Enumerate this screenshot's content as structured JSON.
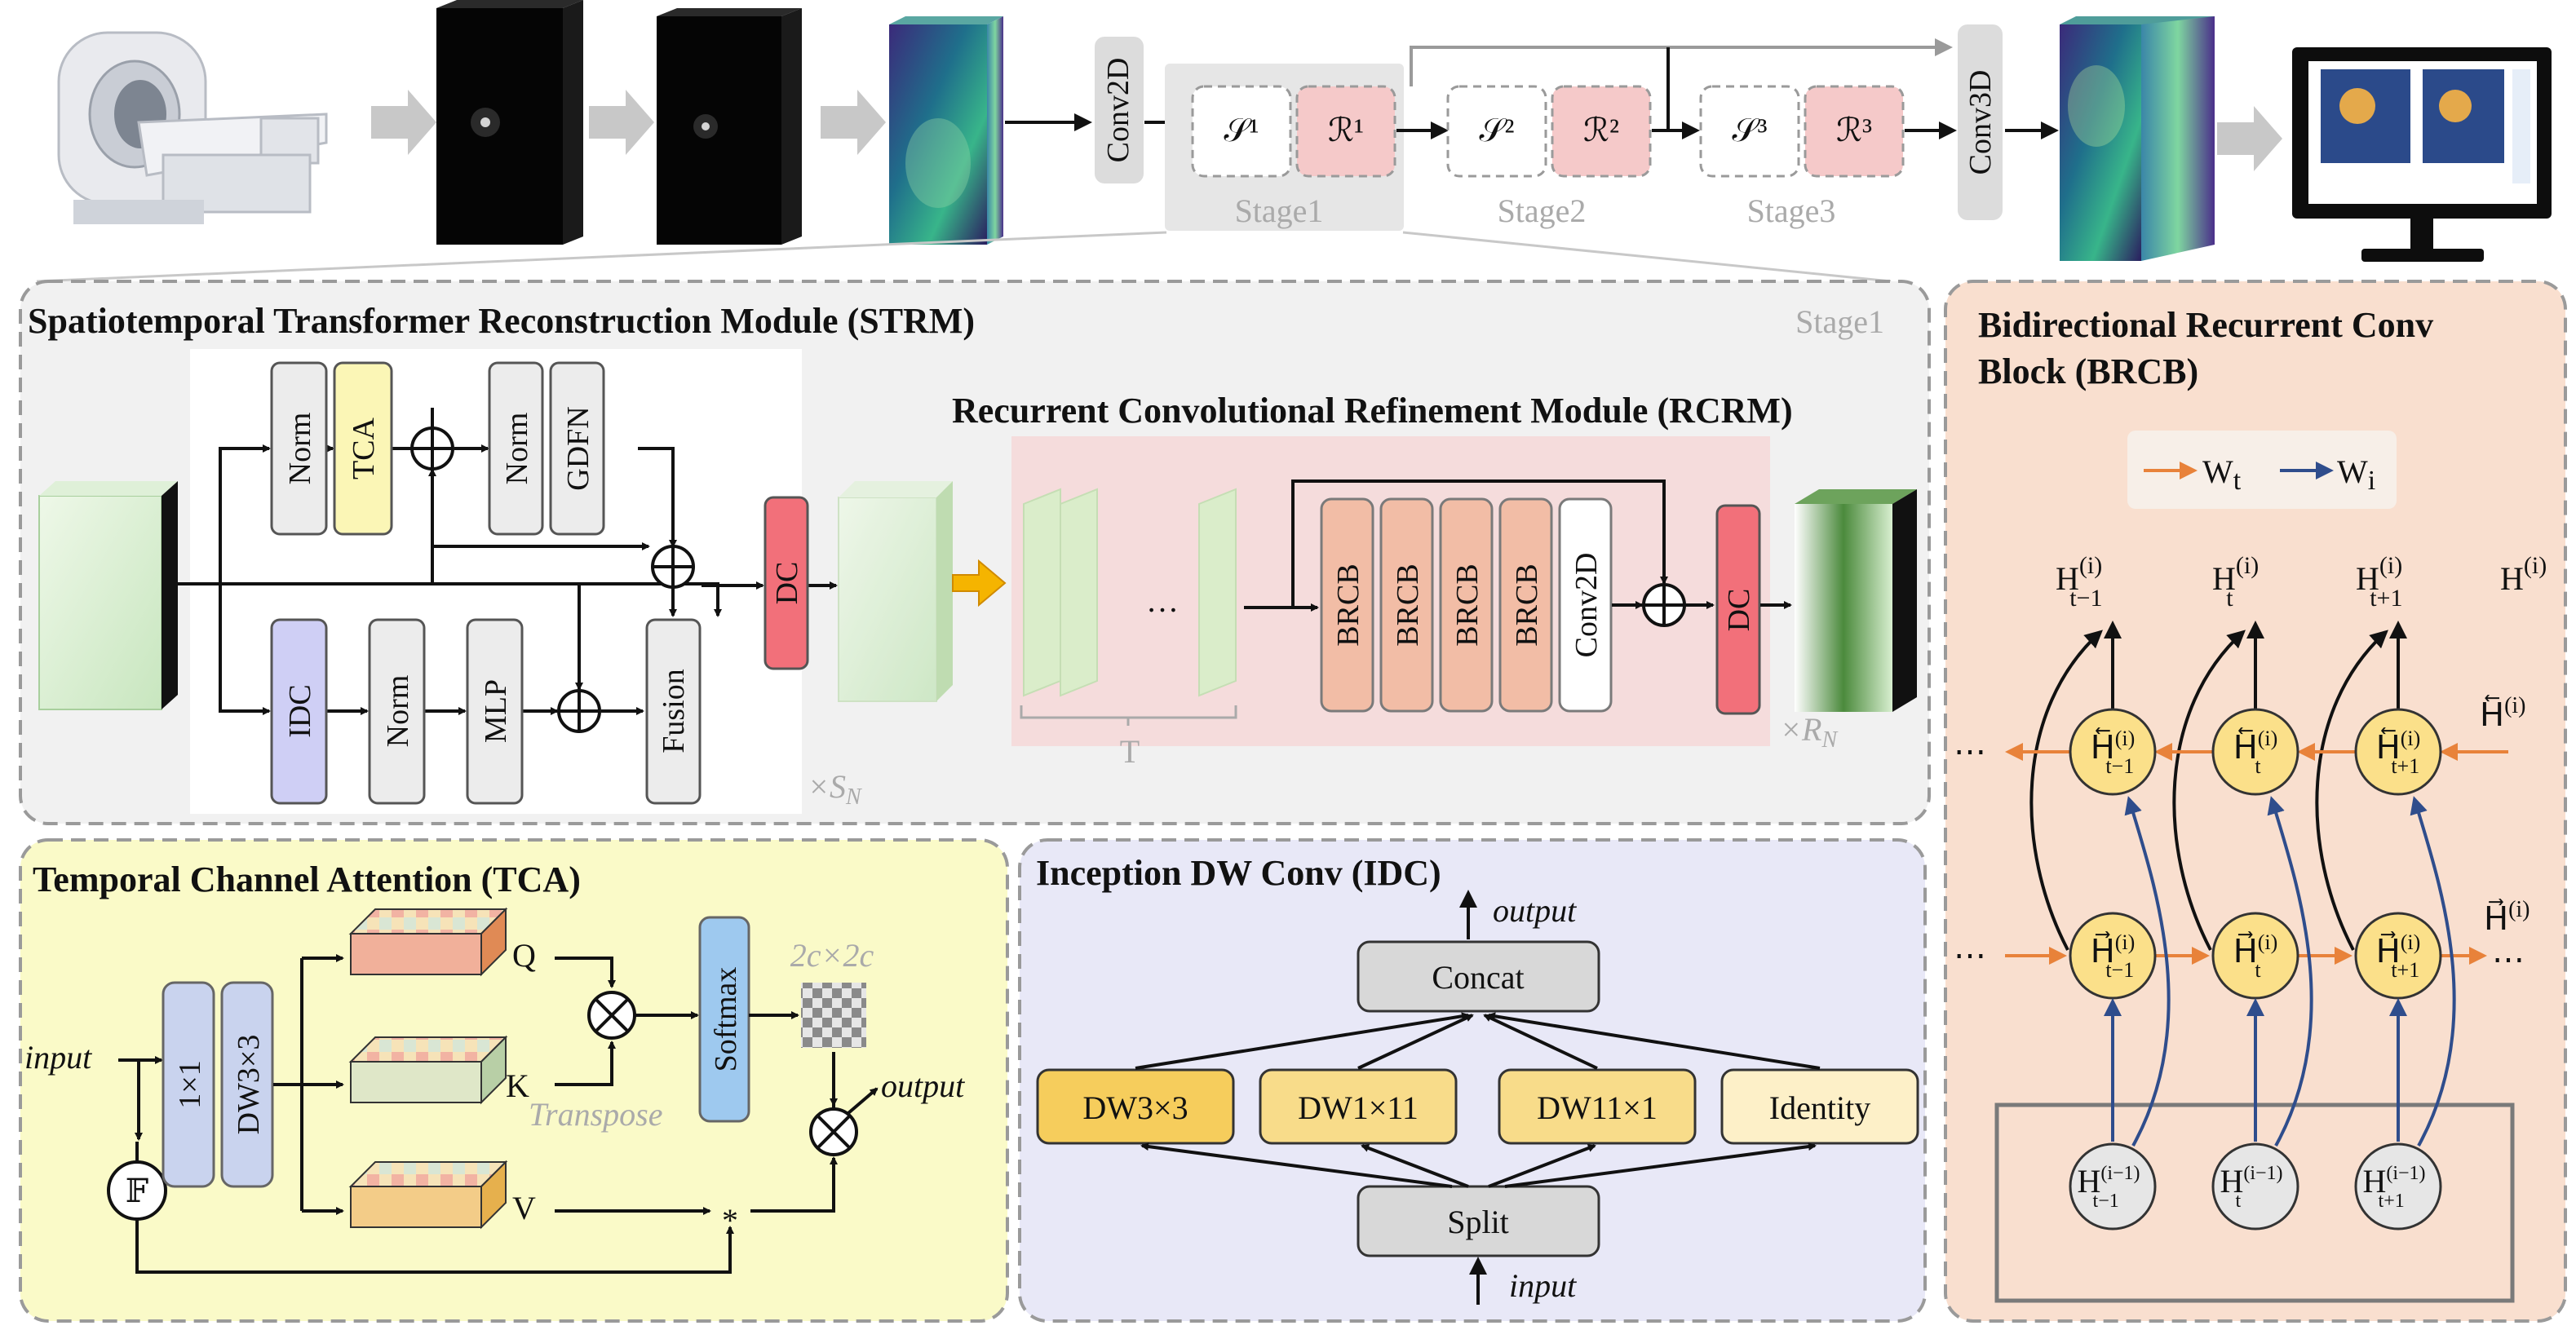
{
  "pipeline": {
    "conv2d": "Conv2D",
    "conv3d": "Conv3D",
    "stages": [
      {
        "s": "𝒮¹",
        "r": "ℛ¹",
        "label": "Stage1"
      },
      {
        "s": "𝒮²",
        "r": "ℛ²",
        "label": "Stage2"
      },
      {
        "s": "𝒮³",
        "r": "ℛ³",
        "label": "Stage3"
      }
    ]
  },
  "strm": {
    "title": "Spatiotemporal Transformer Reconstruction Module (STRM)",
    "stage": "Stage1",
    "blocks": {
      "norm1": "Norm",
      "tca": "TCA",
      "norm2": "Norm",
      "gdfn": "GDFN",
      "idc": "IDC",
      "norm3": "Norm",
      "mlp": "MLP",
      "fusion": "Fusion",
      "dc": "DC"
    },
    "repeat": "×S",
    "repeat_sub": "N"
  },
  "rcrm": {
    "title": "Recurrent Convolutional Refinement Module (RCRM)",
    "brcb": [
      "BRCB",
      "BRCB",
      "BRCB",
      "BRCB"
    ],
    "conv2d": "Conv2D",
    "dc": "DC",
    "ellipsis": "…",
    "t_label": "T",
    "repeat": "×R",
    "repeat_sub": "N"
  },
  "tca": {
    "title": "Temporal Channel Attention (TCA)",
    "input": "input",
    "output": "output",
    "fft": "𝔽",
    "conv1": "1×1",
    "dw": "DW3×3",
    "q": "Q",
    "k": "K",
    "v": "V",
    "transpose": "Transpose",
    "softmax": "Softmax",
    "attn_size": "2c×2c",
    "mul": "⊗",
    "star": "*"
  },
  "idc": {
    "title": "Inception DW Conv (IDC)",
    "output": "output",
    "input": "input",
    "concat": "Concat",
    "split": "Split",
    "branches": [
      "DW3×3",
      "DW1×11",
      "DW11×1",
      "Identity"
    ]
  },
  "brcb": {
    "title_line1": "Bidirectional Recurrent Conv",
    "title_line2": "Block (BRCB)",
    "legend_wt": "W",
    "legend_wt_sub": "t",
    "legend_wi": "W",
    "legend_wi_sub": "i",
    "ellipsis": "⋯",
    "top": [
      "H",
      "H",
      "H",
      "H"
    ],
    "top_sup": [
      "(i)",
      "(i)",
      "(i)",
      "(i)"
    ],
    "top_sub": [
      "t−1",
      "t",
      "t+1",
      ""
    ],
    "back": [
      "H⃖",
      "H⃖",
      "H⃖",
      "H⃖"
    ],
    "fwd": [
      "H⃗",
      "H⃗",
      "H⃗",
      "H⃗"
    ],
    "in_sup": "(i−1)",
    "colors": {
      "forward": "#e8823a",
      "input": "#2f4d8c",
      "node": "#fbe08a"
    }
  }
}
